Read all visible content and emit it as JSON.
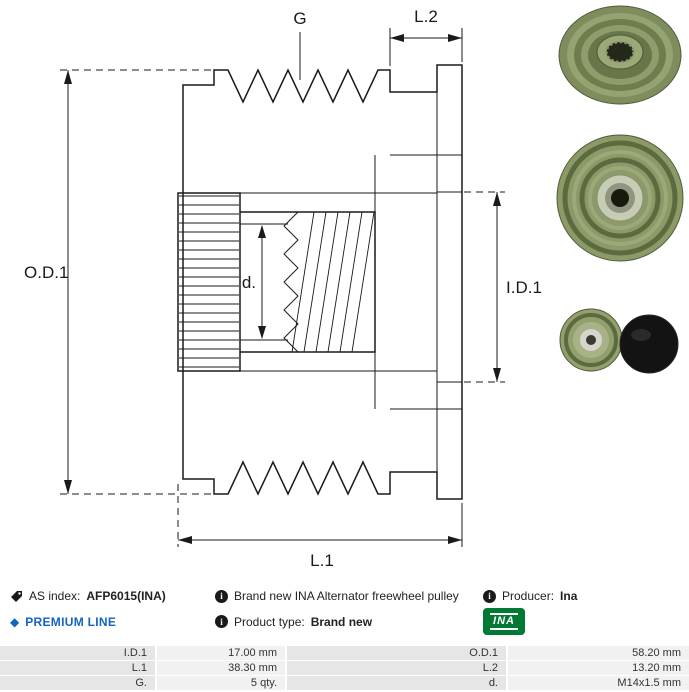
{
  "drawing": {
    "labels": {
      "od1": "O.D.1",
      "l2": "L.2",
      "id1": "I.D.1",
      "l1": "L.1",
      "d": "d.",
      "g": "G"
    }
  },
  "icons": {
    "info_glyph": "i",
    "diamond_glyph": "◆"
  },
  "info": {
    "as_index_label": "AS index:",
    "as_index_value": "AFP6015(INA)",
    "description": "Brand new INA Alternator freewheel pulley",
    "producer_label": "Producer:",
    "producer_value": "Ina",
    "premium_line": "PREMIUM LINE",
    "product_type_label": "Product type:",
    "product_type_value": "Brand new",
    "brand_logo_text": "INA"
  },
  "colors": {
    "brand_green": "#007a33",
    "premium_blue": "#1464c0"
  },
  "table": {
    "rows": [
      {
        "l1": "I.D.1",
        "v1": "17.00 mm",
        "l2": "O.D.1",
        "v2": "58.20 mm"
      },
      {
        "l1": "L.1",
        "v1": "38.30 mm",
        "l2": "L.2",
        "v2": "13.20 mm"
      },
      {
        "l1": "G.",
        "v1": "5 qty.",
        "l2": "d.",
        "v2": "M14x1.5 mm"
      }
    ]
  }
}
